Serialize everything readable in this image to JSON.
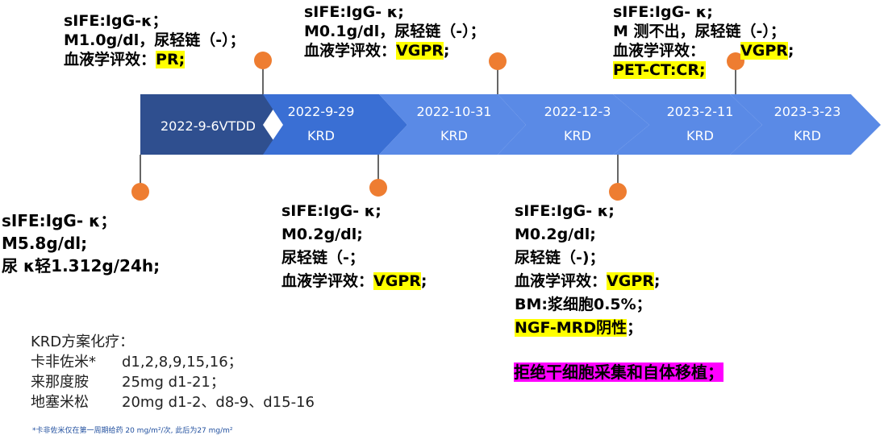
{
  "timeline": {
    "segments": [
      {
        "date": "2022-9-6VTDD",
        "regimen": "",
        "color": "#2f4f8f"
      },
      {
        "date": "2022-9-29",
        "regimen": "KRD",
        "color": "#3a6fd4"
      },
      {
        "date": "2022-10-31",
        "regimen": "KRD",
        "color": "#5a8ae6"
      },
      {
        "date": "2022-12-3",
        "regimen": "KRD",
        "color": "#5a8ae6"
      },
      {
        "date": "2023-2-11",
        "regimen": "KRD",
        "color": "#5a8ae6"
      },
      {
        "date": "2023-3-23",
        "regimen": "KRD",
        "color": "#5a8ae6"
      }
    ]
  },
  "colors": {
    "marker": "#ee7d31",
    "highlight_yellow": "#ffff00",
    "highlight_magenta": "#ff00ff"
  },
  "annotations": {
    "a1": {
      "l1": "sIFE:IgG-κ；",
      "l2": "M1.0g/dl，尿轻链（-）；",
      "l3_text": "血液学评效：",
      "l3_hl": "PR;"
    },
    "a2": {
      "l1": "sIFE:IgG- κ;",
      "l2": "M0.1g/dl，尿轻链（-）；",
      "l3_text": "血液学评效：",
      "l3_hl": "VGPR",
      "l3_tail": ";"
    },
    "a3": {
      "l1": "sIFE:IgG- κ;",
      "l2": "M 测不出，尿轻链（-）；",
      "l3_text": "血液学评效：",
      "l3_hl": "VGPR",
      "l3_tail": ";",
      "l4_hl": "PET-CT:CR;"
    },
    "b1": {
      "l1": "sIFE:IgG- κ；",
      "l2": "M5.8g/dl;",
      "l3": "尿 κ轻1.312g/24h;"
    },
    "b2": {
      "l1": "sIFE:IgG- κ;",
      "l2": "M0.2g/dl;",
      "l3": "尿轻链（-；",
      "l4_text": "血液学评效：",
      "l4_hl": "VGPR",
      "l4_tail": ";"
    },
    "b3": {
      "l1": "sIFE:IgG- κ;",
      "l2": "M0.2g/dl;",
      "l3": "尿轻链（-)；",
      "l4_text": "血液学评效：",
      "l4_hl": "VGPR",
      "l4_tail": ";",
      "l5": "BM:浆细胞0.5%；",
      "l6_hl": "NGF-MRD阴性",
      "l6_tail": "；"
    }
  },
  "regimen": {
    "title": "KRD方案化疗：",
    "rows": [
      {
        "drug": "卡非佐米*",
        "dose": "d1,2,8,9,15,16；"
      },
      {
        "drug": "来那度胺",
        "dose": "25mg d1-21；"
      },
      {
        "drug": "地塞米松",
        "dose": "20mg d1-2、d8-9、d15-16"
      }
    ],
    "footnote": "*卡非佐米仅在第一周期给药 20 mg/m²/次, 此后为27 mg/m²"
  },
  "refusal": "拒绝干细胞采集和自体移植；"
}
